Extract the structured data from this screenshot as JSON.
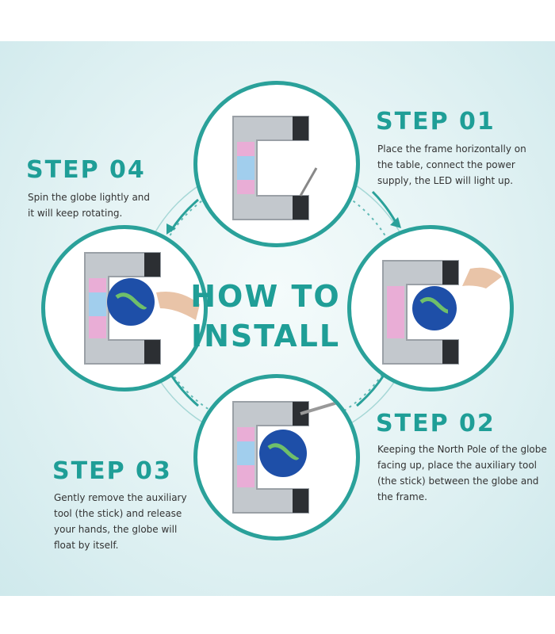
{
  "center": {
    "line1": "HOW TO",
    "line2": "INSTALL"
  },
  "steps": [
    {
      "title": "STEP 01",
      "text": "Place the frame horizontally on\nthe table, connect the power\nsupply, the LED will light up."
    },
    {
      "title": "STEP 02",
      "text": "Keeping the North Pole of the globe\nfacing up,  place the auxiliary tool\n(the stick) between the globe and\nthe frame."
    },
    {
      "title": "STEP 03",
      "text": "Gently remove the auxiliary\ntool (the stick) and release\nyour hands, the globe will\n float by itself."
    },
    {
      "title": "STEP 04",
      "text": "Spin the globe lightly and\nit will keep rotating."
    }
  ],
  "colors": {
    "accent": "#1f9e97",
    "ring": "#2aa19a",
    "frame": "#b9bec4",
    "globe": "#1e4fa8"
  }
}
